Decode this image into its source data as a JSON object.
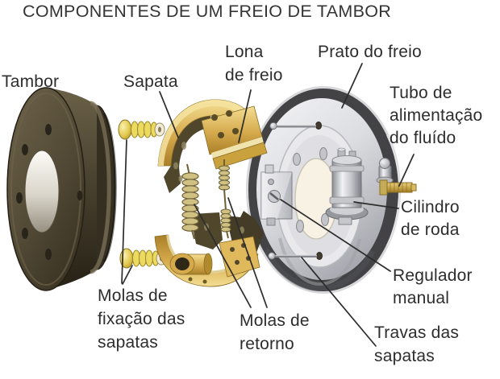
{
  "title": "COMPONENTES DE UM FREIO DE TAMBOR",
  "labels": {
    "tambor": "Tambor",
    "sapata": "Sapata",
    "lona_de_freio": "Lona\nde freio",
    "prato_do_freio": "Prato do freio",
    "tubo_alimentacao": "Tubo de\nalimentação\ndo fluído",
    "cilindro_de_roda": "Cilindro\nde roda",
    "regulador_manual": "Regulador\nmanual",
    "travas_das_sapatas": "Travas das\nsapatas",
    "molas_de_retorno": "Molas de\nretorno",
    "molas_de_fixacao": "Molas de\nfixação das\nsapatas"
  },
  "palette": {
    "background": "#ffffff",
    "text": "#2d2d2d",
    "drum_olive": "#4e4533",
    "shoe_gold": "#d5a94c",
    "spring_yellow": "#e8d55e",
    "plate_silver": "#d8d9dd",
    "plate_rim_dark": "#434345",
    "tube_brass": "#c9a94e",
    "leader_line": "#2c2c2c"
  }
}
